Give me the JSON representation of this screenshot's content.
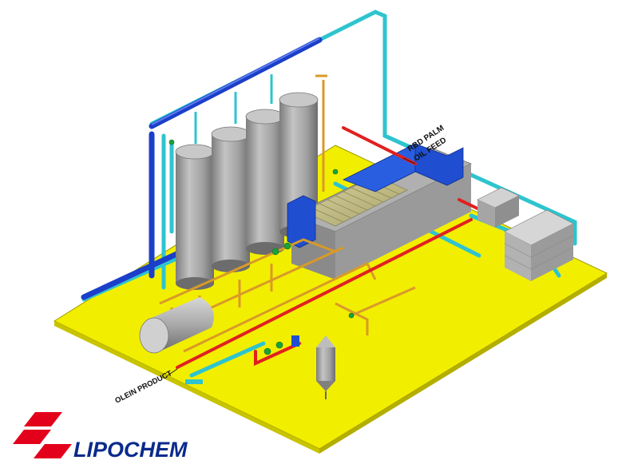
{
  "labels": {
    "feed_line1": "RBD PALM",
    "feed_line2": "OIL FEED",
    "olein_product": "OLEIN PRODUCT"
  },
  "logo": {
    "text": "LIPOCHEM"
  },
  "colors": {
    "floor": "#f2ee00",
    "floor_edge": "#c9c400",
    "tank": "#9c9c9c",
    "cyan_pipe": "#2ec4cf",
    "blue_pipe": "#1b3fc8",
    "red_pipe": "#e02020",
    "orange_pipe": "#d89a28",
    "green_valve": "#1aa23a",
    "filter_blue": "#1f4fd0",
    "logo_red": "#e3001b",
    "logo_blue": "#0a2a8c"
  }
}
